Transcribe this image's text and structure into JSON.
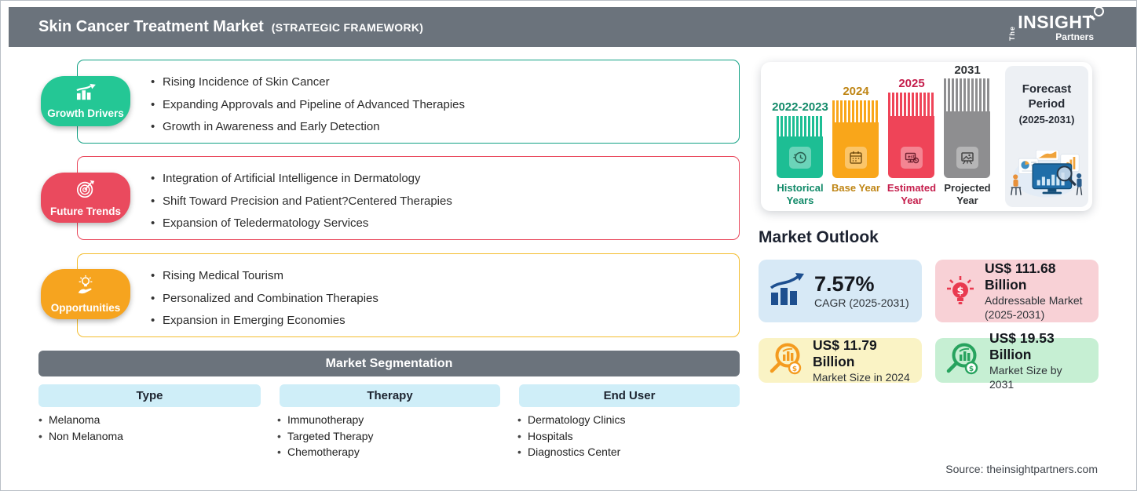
{
  "header": {
    "title": "Skin Cancer Treatment Market",
    "subtitle": "(STRATEGIC FRAMEWORK)",
    "bar_color": "#6b737c",
    "logo": {
      "the": "The",
      "insight": "INSIGHT",
      "partners": "Partners"
    }
  },
  "framework": [
    {
      "label": "Growth Drivers",
      "icon": "growth-bars-arrow-icon",
      "badge_color": "#24c795",
      "border_color": "#12a184",
      "items": [
        "Rising Incidence of Skin Cancer",
        "Expanding Approvals and Pipeline of Advanced Therapies",
        "Growth in Awareness and Early Detection"
      ]
    },
    {
      "label": "Future Trends",
      "icon": "target-dart-icon",
      "badge_color": "#ea4a5e",
      "border_color": "#e9485c",
      "items": [
        "Integration of Artificial Intelligence in Dermatology",
        "Shift Toward Precision and Patient?Centered Therapies",
        "Expansion of Teledermatology Services"
      ]
    },
    {
      "label": "Opportunities",
      "icon": "hand-lightbulb-icon",
      "badge_color": "#f6a41f",
      "border_color": "#f3bd2f",
      "items": [
        "Rising Medical Tourism",
        "Personalized and Combination Therapies",
        "Expansion in Emerging Economies"
      ]
    }
  ],
  "segmentation": {
    "title": "Market Segmentation",
    "header_bg": "#6b737c",
    "pill_bg": "#cfeef8",
    "columns": [
      {
        "header": "Type",
        "items": [
          "Melanoma",
          "Non Melanoma"
        ]
      },
      {
        "header": "Therapy",
        "items": [
          "Immunotherapy",
          "Targeted Therapy",
          "Chemotherapy"
        ]
      },
      {
        "header": "End User",
        "items": [
          "Dermatology Clinics",
          "Hospitals",
          "Diagnostics Center"
        ]
      }
    ]
  },
  "timeline": {
    "bars": [
      {
        "year": "2022-2023",
        "caption": "Historical Years",
        "color": "#1dbe94",
        "label_color": "#128a69",
        "icon": "history-clock-icon"
      },
      {
        "year": "2024",
        "caption": "Base Year",
        "color": "#f9a61a",
        "label_color": "#bf8515",
        "icon": "calendar-icon"
      },
      {
        "year": "2025",
        "caption": "Estimated Year",
        "color": "#ef4458",
        "label_color": "#c51e4c",
        "icon": "computer-gear-icon"
      },
      {
        "year": "2031",
        "caption": "Projected Year",
        "color": "#8e8e90",
        "label_color": "#2f3235",
        "icon": "projection-board-icon"
      }
    ],
    "forecast": {
      "line1": "Forecast",
      "line2": "Period",
      "range": "(2025-2031)",
      "illustration": "analysts-dashboard-illustration"
    }
  },
  "outlook": {
    "heading": "Market Outlook",
    "cards": [
      {
        "value": "7.57%",
        "line1": "CAGR (2025-2031)",
        "line2": "",
        "bg": "#d7e9f6",
        "icon": "growth-chart-icon",
        "icon_color": "#1d4f8f"
      },
      {
        "value": "US$ 111.68 Billion",
        "line1": "Addressable Market",
        "line2": "(2025-2031)",
        "bg": "#f8d1d6",
        "icon": "lightbulb-dollar-icon",
        "icon_color": "#e93a50"
      },
      {
        "value": "US$ 11.79 Billion",
        "line1": "Market Size in 2024",
        "line2": "",
        "bg": "#faf3c5",
        "icon": "magnifier-chart-dollar-icon",
        "icon_color": "#f49b1f"
      },
      {
        "value": "US$ 19.53 Billion",
        "line1": "Market Size by 2031",
        "line2": "",
        "bg": "#c6efd3",
        "icon": "magnifier-chart-dollar-icon",
        "icon_color": "#27a35e"
      }
    ]
  },
  "source": "Source: theinsightpartners.com"
}
